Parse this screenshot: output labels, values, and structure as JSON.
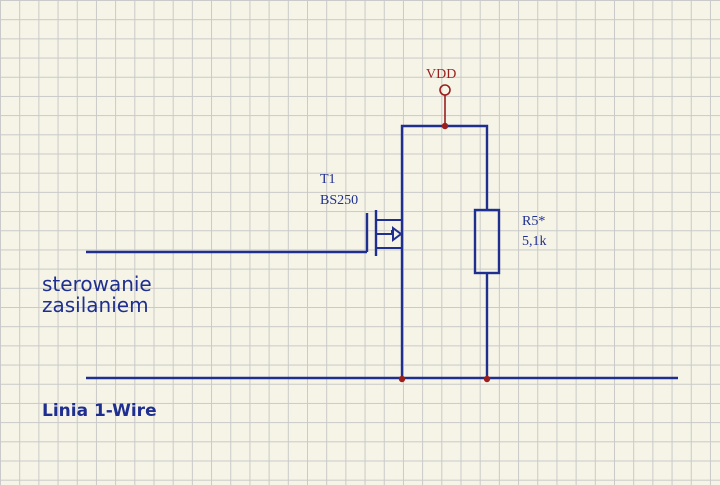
{
  "power": {
    "label": "VDD"
  },
  "transistor": {
    "name": "T1",
    "part": "BS250"
  },
  "resistor": {
    "name": "R5*",
    "value": "5,1k"
  },
  "control_label": {
    "line1": "sterowanie",
    "line2": "zasilaniem"
  },
  "bus_label": "Linia 1-Wire",
  "colors": {
    "wire": "#1f2f8f",
    "node": "#9a1e1e",
    "grid": "#c9c9c9",
    "background": "#f6f4e6"
  }
}
